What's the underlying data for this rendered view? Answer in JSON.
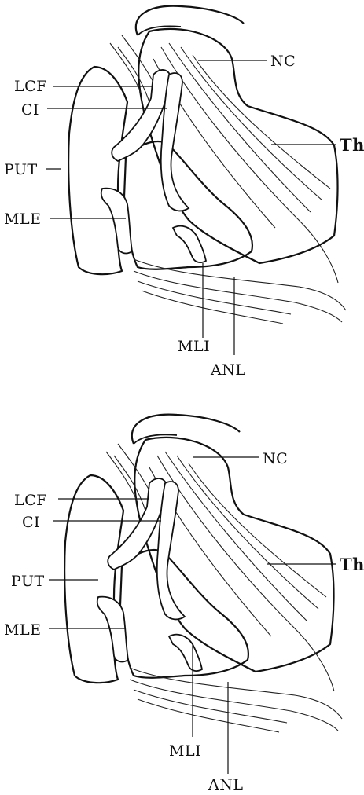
{
  "figures": [
    {
      "id": "upper",
      "labels": {
        "nc": "NC",
        "lcf": "LCF",
        "ci": "CI",
        "th": "Th",
        "put": "PUT",
        "mle": "MLE",
        "mli": "MLI",
        "anl": "ANL"
      }
    },
    {
      "id": "lower",
      "labels": {
        "nc": "NC",
        "lcf": "LCF",
        "ci": "CI",
        "th": "Th",
        "put": "PUT",
        "mle": "MLE",
        "mli": "MLI",
        "anl": "ANL"
      }
    }
  ],
  "colors": {
    "ink": "#111111",
    "paper": "#ffffff"
  }
}
